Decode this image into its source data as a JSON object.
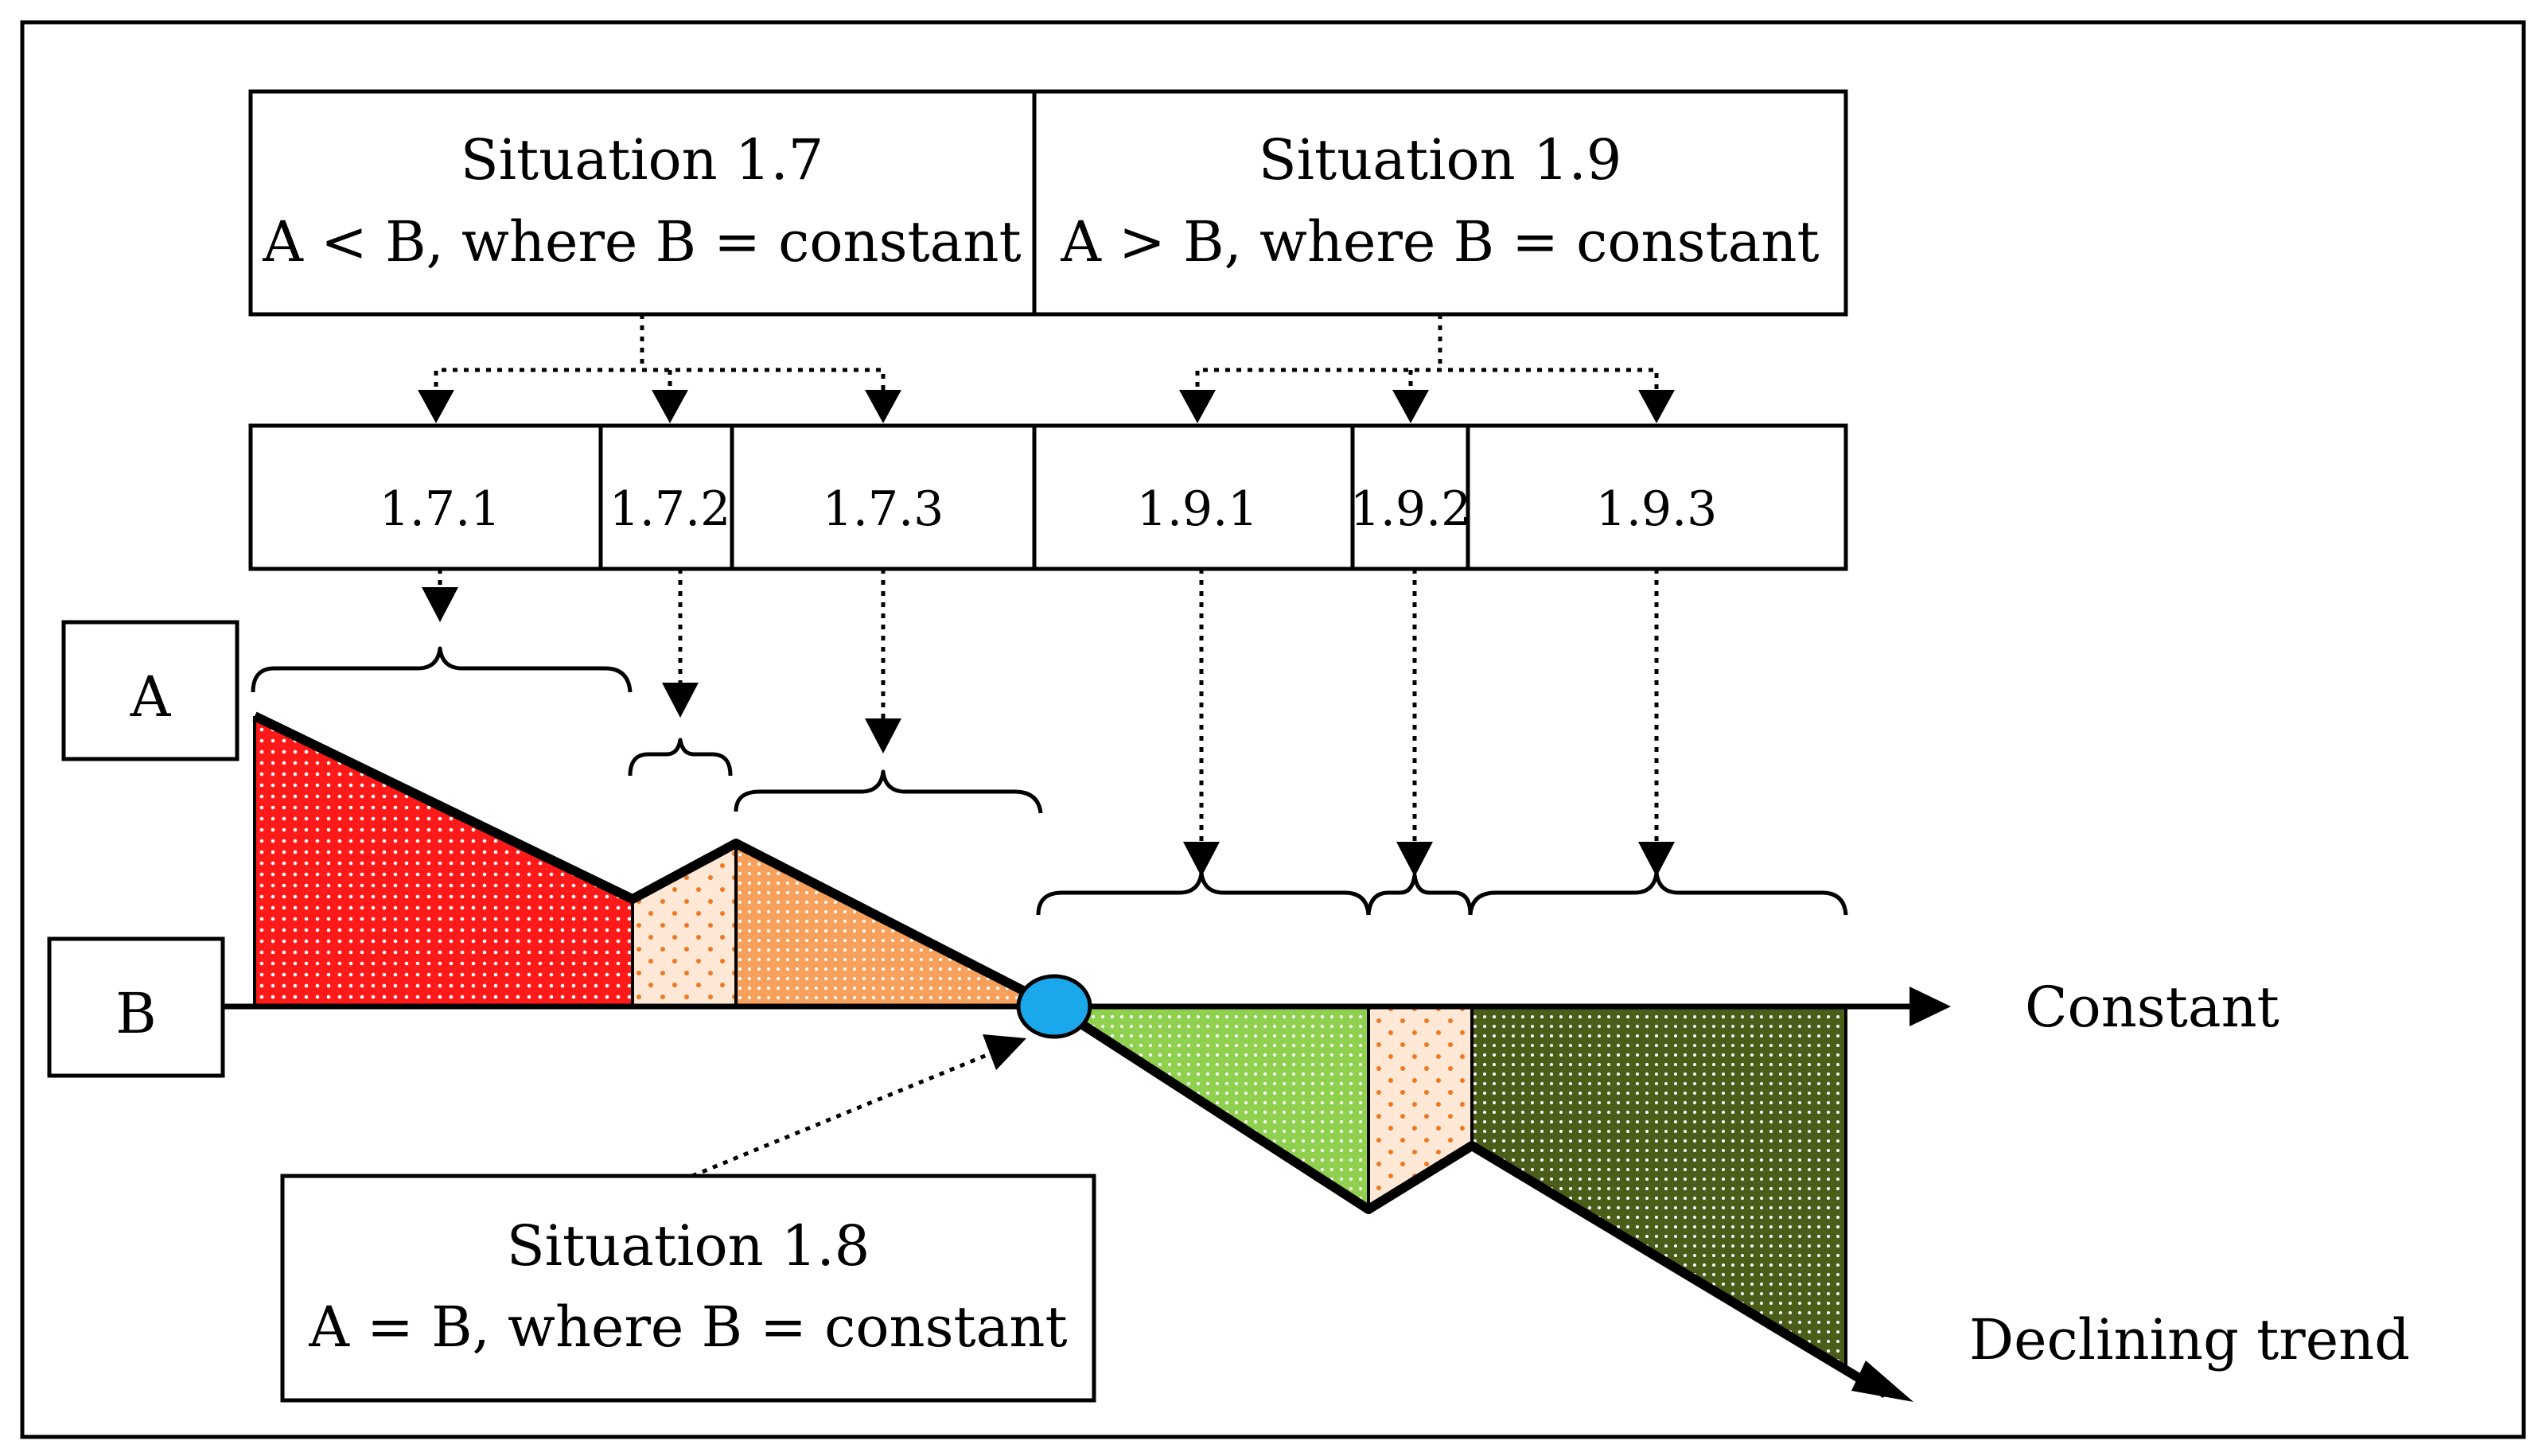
{
  "situations": {
    "s17": {
      "title": "Situation 1.7",
      "condition": "A < B, where B = constant"
    },
    "s19": {
      "title": "Situation 1.9",
      "condition": "A > B, where B = constant"
    },
    "s18": {
      "title": "Situation 1.8",
      "condition": "A = B, where B = constant"
    }
  },
  "subcases": {
    "c171": "1.7.1",
    "c172": "1.7.2",
    "c173": "1.7.3",
    "c191": "1.9.1",
    "c192": "1.9.2",
    "c193": "1.9.3"
  },
  "labels": {
    "a": "A",
    "b": "B",
    "constant": "Constant",
    "declining": "Declining trend"
  },
  "colors": {
    "red_region": "#ff1a1a",
    "peach_region": "#ffe9d6",
    "orange_region": "#f7a15c",
    "light_green_region": "#8fd14f",
    "dark_green_region": "#4a5e1a",
    "intersection": "#1aa7ec",
    "dot_orange": "#f07820"
  }
}
